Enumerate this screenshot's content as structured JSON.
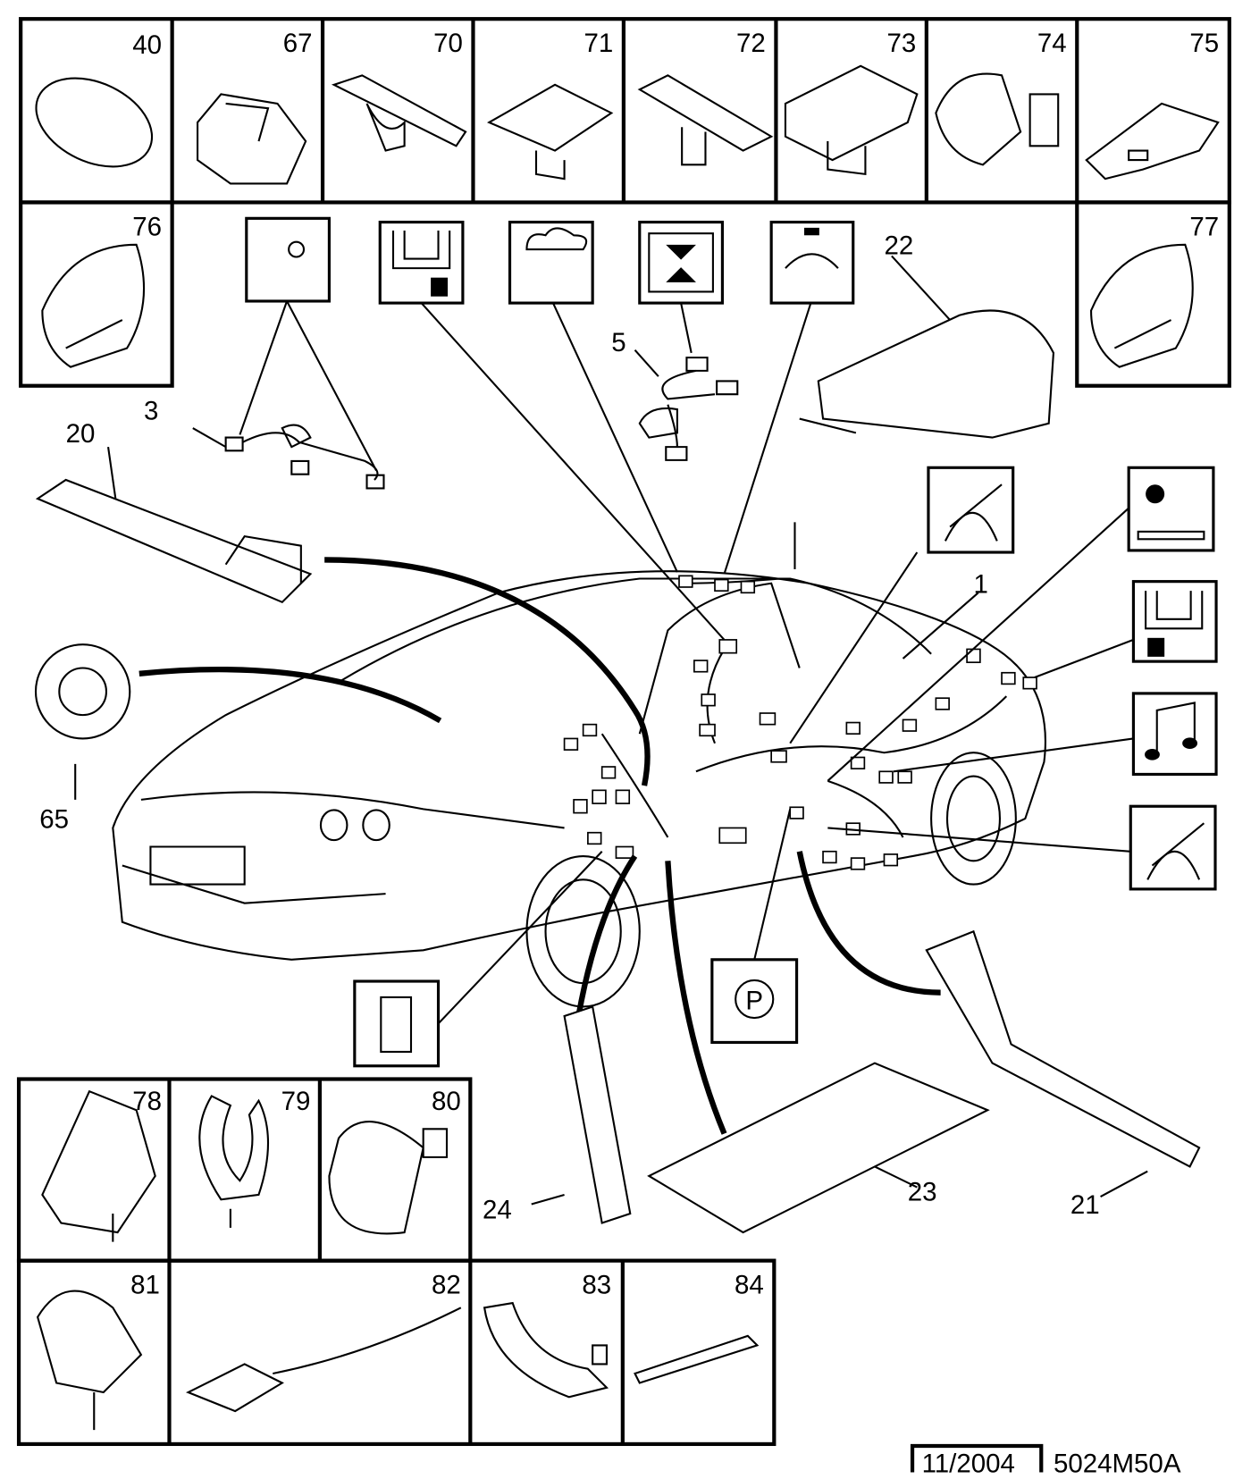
{
  "top_row_parts": [
    "40",
    "67",
    "70",
    "71",
    "72",
    "73",
    "74",
    "75"
  ],
  "side_parts": {
    "left": "76",
    "right": "77"
  },
  "bottom_row1_parts": [
    "78",
    "79",
    "80"
  ],
  "bottom_row2_parts": [
    "81",
    "82",
    "83",
    "84"
  ],
  "callouts": {
    "c22": "22",
    "c5": "5",
    "c3": "3",
    "c20": "20",
    "c1": "1",
    "c65": "65",
    "c24": "24",
    "c23": "23",
    "c21": "21"
  },
  "parking_symbol": "P",
  "footer": {
    "date": "11/2004",
    "reference": "5024M50A"
  }
}
